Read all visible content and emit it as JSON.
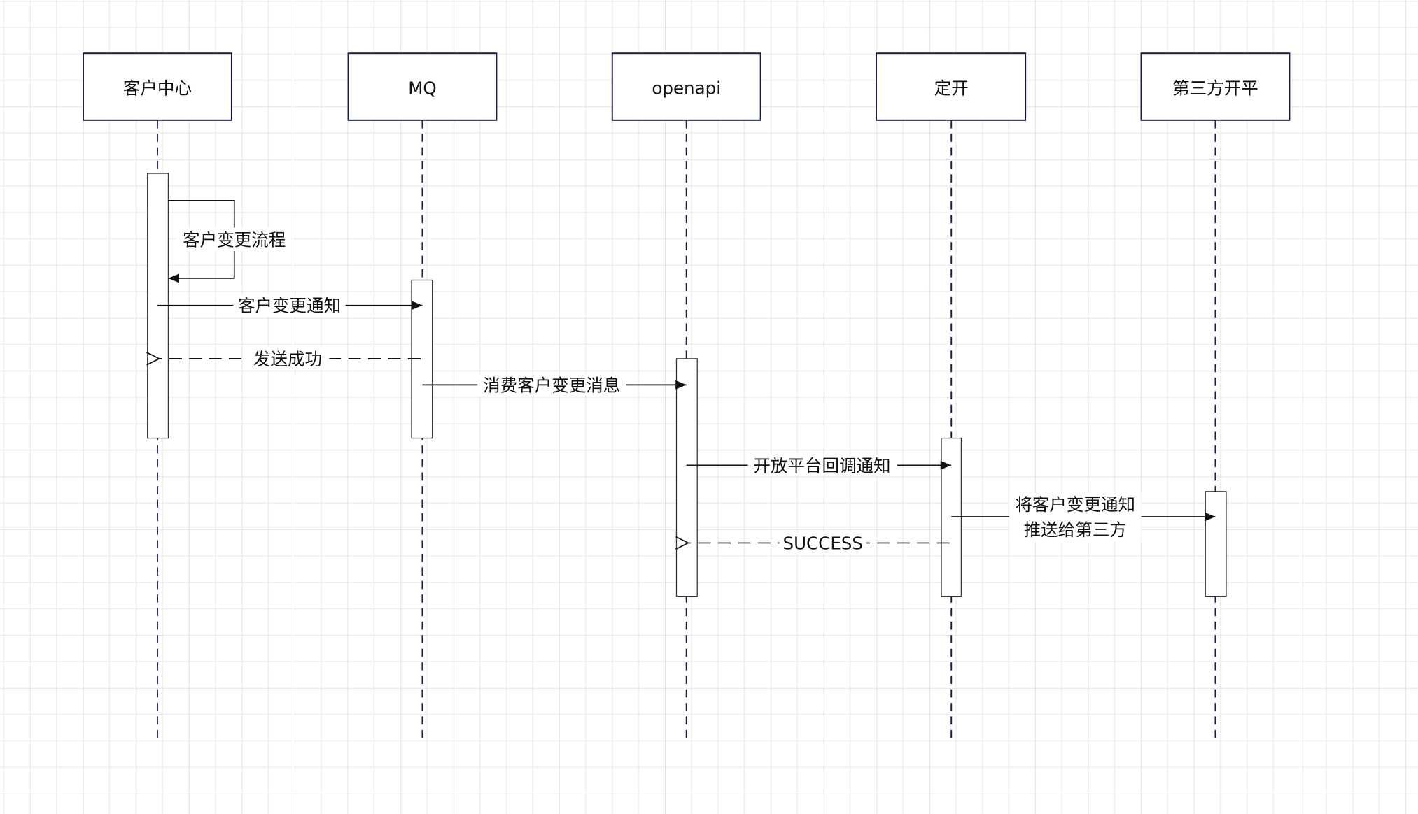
{
  "diagram": {
    "type": "sequence",
    "participants": [
      "客户中心",
      "MQ",
      "openapi",
      "定开",
      "第三方开平"
    ],
    "messages": [
      {
        "from": 0,
        "to": 0,
        "label": "客户变更流程",
        "style": "solid"
      },
      {
        "from": 0,
        "to": 1,
        "label": "客户变更通知",
        "style": "solid"
      },
      {
        "from": 1,
        "to": 0,
        "label": "发送成功",
        "style": "dashed"
      },
      {
        "from": 1,
        "to": 2,
        "label": "消费客户变更消息",
        "style": "solid"
      },
      {
        "from": 2,
        "to": 3,
        "label": "开放平台回调通知",
        "style": "solid"
      },
      {
        "from": 3,
        "to": 4,
        "label": "将客户变更通知",
        "label2": "推送给第三方",
        "style": "solid"
      },
      {
        "from": 3,
        "to": 2,
        "label": "SUCCESS",
        "style": "dashed"
      }
    ]
  },
  "colors": {
    "box_stroke": "#161b45",
    "line": "#1a1f4a",
    "grid_minor": "#ececec",
    "grid_major": "#dcdcdc"
  }
}
